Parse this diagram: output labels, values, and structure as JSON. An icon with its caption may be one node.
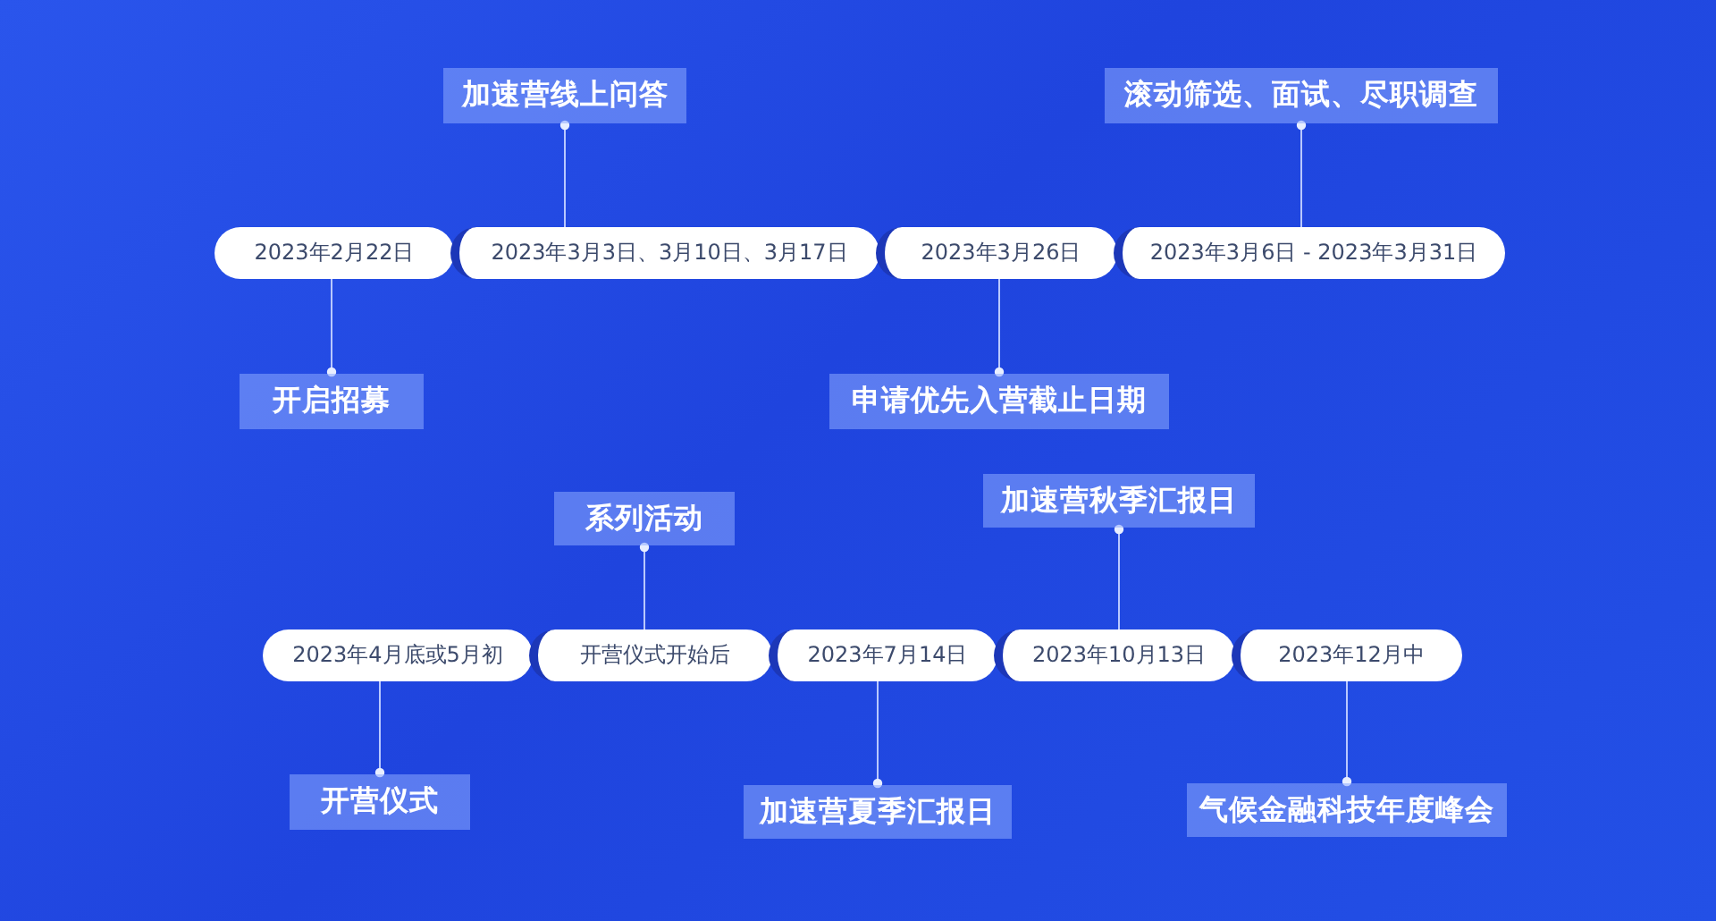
{
  "diagram": {
    "nodes": [
      {
        "text": [
          "加速营线上问答"
        ]
      },
      {
        "text": [
          "滚动筛选、面试、尽职调查"
        ]
      },
      {
        "text": [
          "2023年2月22日"
        ]
      },
      {
        "text": [
          "2023年3月3日、3月10日、3月17日"
        ]
      },
      {
        "text": [
          "2023年3月26日"
        ]
      },
      {
        "text": [
          "2023年3月6日 - 2023年3月31日"
        ]
      },
      {
        "text": [
          "开启招募"
        ]
      },
      {
        "text": [
          "申请优先入营截止日期"
        ]
      },
      {
        "text": [
          "系列活动"
        ]
      },
      {
        "text": [
          "加速营秋季汇报日"
        ]
      },
      {
        "text": [
          "2023年4月底或5月初"
        ]
      },
      {
        "text": [
          "开营仪式开始后"
        ]
      },
      {
        "text": [
          "2023年7月14日"
        ]
      },
      {
        "text": [
          "2023年10月13日"
        ]
      },
      {
        "text": [
          "2023年12月中"
        ]
      },
      {
        "text": [
          "开营仪式"
        ]
      },
      {
        "text": [
          "加速营夏季汇报日"
        ]
      },
      {
        "text": [
          "气候金融科技年度峰会"
        ]
      }
    ],
    "edges": [
      {
        "from": 6,
        "to": 2,
        "arrow": "other"
      },
      {
        "from": 0,
        "to": 3,
        "arrow": "other"
      },
      {
        "from": 7,
        "to": 4,
        "arrow": "other"
      },
      {
        "from": 1,
        "to": 5,
        "arrow": "other"
      },
      {
        "from": 15,
        "to": 10,
        "arrow": "other"
      },
      {
        "from": 8,
        "to": 11,
        "arrow": "other"
      },
      {
        "from": 16,
        "to": 12,
        "arrow": "other"
      },
      {
        "from": 9,
        "to": 13,
        "arrow": "other"
      },
      {
        "from": 17,
        "to": 14,
        "arrow": "other"
      }
    ]
  }
}
